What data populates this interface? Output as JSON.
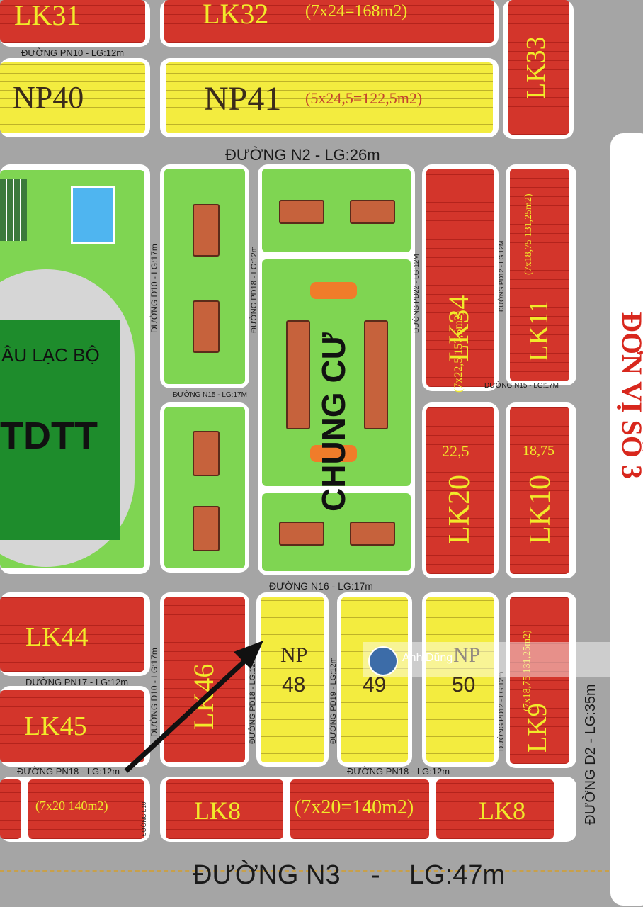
{
  "roads": {
    "n2": "ĐƯỜNG N2 - LG:26m",
    "n3_name": "ĐƯỜNG N3",
    "n3_dash": "-",
    "n3_width": "LG:47m",
    "pn10": "ĐƯỜNG PN10 - LG:12m",
    "d10_upper": "ĐƯỜNG D10 - LG:17m",
    "pd18_upper": "ĐƯỜNG PD18 - LG:12m",
    "pd22": "ĐƯỜNG PD22 - LG:12M",
    "pd12_upper": "ĐƯỜNG PD12 - LG:12M",
    "n15": "ĐƯỜNG N15 - LG:17M",
    "n15_right": "ĐƯỜNG N15 - LG:17M",
    "n16": "ĐƯỜNG N16 - LG:17m",
    "pn17": "ĐƯỜNG PN17 - LG:12m",
    "d10_lower": "ĐƯỜNG D10 - LG:17m",
    "pd18_lower": "ĐƯỜNG PD18 - LG:12m",
    "pd19": "ĐƯỜNG PD19 - LG:12m",
    "pd12_lower": "ĐƯỜNG PD12 - LG:12m",
    "d2": "ĐƯỜNG D2 - LG:35m",
    "pn18": "ĐƯỜNG PN18 - LG:12m",
    "pn18_right": "ĐƯỜNG PN18 - LG:12m",
    "d10_small": "ĐƯỜNG D10"
  },
  "lots": {
    "lk31": "LK31",
    "lk32": "LK32",
    "lk32_dim": "(7x24=168m2)",
    "lk33": "LK33",
    "np40": "NP40",
    "np41": "NP41",
    "np41_dim": "(5x24,5=122,5m2)",
    "lk34": "LK34",
    "lk34_dim": "(7x22,5 157,5m2)",
    "lk11": "LK11",
    "lk11_dim": "(7x18,75 131,25m2)",
    "lk20": "LK20",
    "lk20_dim": "22,5",
    "lk10": "LK10",
    "lk10_dim": "18,75",
    "chung_cu": "CHUNG CƯ",
    "clb": "ÂU LẠC BỘ",
    "tdtt": "TDTT",
    "lk44": "LK44",
    "lk45": "LK45",
    "lk46": "LK46",
    "np48_a": "NP",
    "np48_b": "48",
    "np49_b": "49",
    "np50_a": "NP",
    "np50_b": "50",
    "lk9": "LK9",
    "lk9_dim": "(7x18,75 131,25m2)",
    "lk8_left": "LK8",
    "lk8_mid": "(7x20=140m2)",
    "lk8_right": "LK8",
    "lk_far_left_dim": "(7x20 140m2)"
  },
  "side_label": "ĐƠN VỊ SỐ 3",
  "watermark": "Anh Dũng",
  "colors": {
    "red_lot": "#d3352b",
    "yellow_lot": "#f3ec3f",
    "green_park": "#7fd552",
    "road": "#a5a5a5",
    "label": "#f1ea2a",
    "arrow": "#111111"
  }
}
